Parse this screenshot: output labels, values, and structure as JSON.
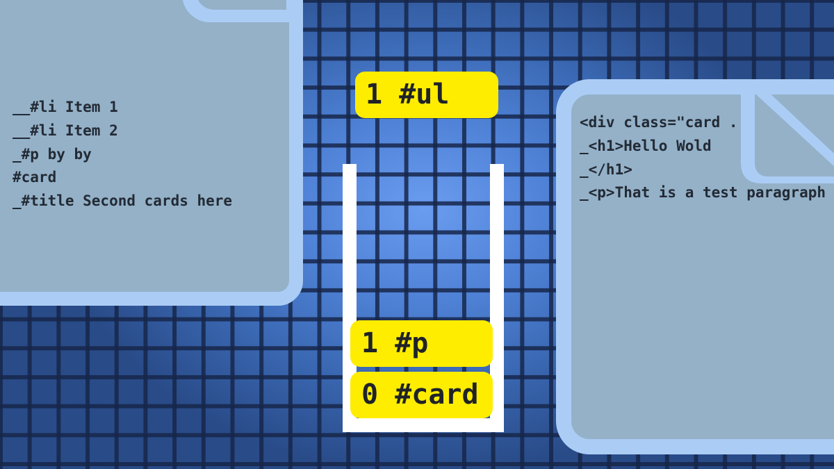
{
  "left_document": {
    "lines": [
      "__#li Item 1",
      "__#li Item 2",
      "_#p by by",
      "#card",
      "_#title Second cards here"
    ]
  },
  "right_document": {
    "lines": [
      "<div class=\"card ...\">",
      "_<h1>Hello Wold",
      "_</h1>",
      "_<p>That is a test paragraph"
    ]
  },
  "stack": {
    "popped_item": "1 #ul",
    "items": [
      "1 #p",
      "0 #card"
    ]
  },
  "colors": {
    "token_fill": "#ffed00",
    "document_fill": "#94b1c8",
    "document_border": "#abcdf5",
    "stack_container": "#ffffff"
  }
}
